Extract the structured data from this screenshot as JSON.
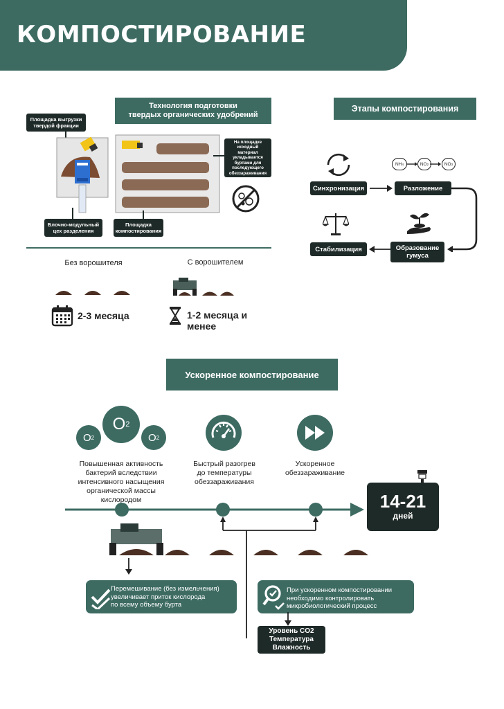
{
  "header": {
    "title": "КОМПОСТИРОВАНИЕ"
  },
  "tech": {
    "title_line1": "Технология подготовки",
    "title_line2": "твердых органических удобрений",
    "label_unload_1": "Площадка выгрузки",
    "label_unload_2": "твердой фракции",
    "label_block_1": "Блочно-модульный",
    "label_block_2": "цех разделения",
    "label_pad_1": "Площадка",
    "label_pad_2": "компостирования",
    "label_note": [
      "На площадке",
      "исходный",
      "материал",
      "укладывается",
      "буртами для",
      "последующего",
      "обеззараживания"
    ],
    "without_turner": "Без ворошителя",
    "with_turner": "С ворошителем",
    "dur_without": "2-3 месяца",
    "dur_with_1": "1-2 месяца и",
    "dur_with_2": "менее"
  },
  "stages": {
    "title": "Этапы компостирования",
    "s1": "Синхронизация",
    "s2": "Разложение",
    "s3_1": "Образование",
    "s3_2": "гумуса",
    "s4": "Стабилизация",
    "chem": [
      "NH",
      "NO",
      "NO"
    ],
    "chem_sub": [
      "4",
      "2",
      "3"
    ]
  },
  "accel": {
    "title": "Ускоренное компостирование",
    "o2": "O",
    "o2_sub": "2",
    "col1": [
      "Повышенная активность",
      "бактерий вследствии",
      "интенсивного насыщения",
      "органической массы",
      "кислородом"
    ],
    "col2": [
      "Быстрый разогрев",
      "до температуры",
      "обеззараживания"
    ],
    "col3": [
      "Ускоренное",
      "обеззараживание"
    ],
    "days_num": "14-21",
    "days_word": "дней",
    "note1": [
      "Перемешивание (без измельчения)",
      "увеличивает приток кислорода",
      "по всему объему бурта"
    ],
    "note2": [
      "При ускоренном компостировании",
      "необходимо контролировать",
      "микробиологический процесс"
    ],
    "params": [
      "Уровень CO2",
      "Температура",
      "Влажность"
    ]
  },
  "colors": {
    "accent": "#3d6b62",
    "dark": "#1e2a27",
    "brown": "#8b6a55"
  }
}
